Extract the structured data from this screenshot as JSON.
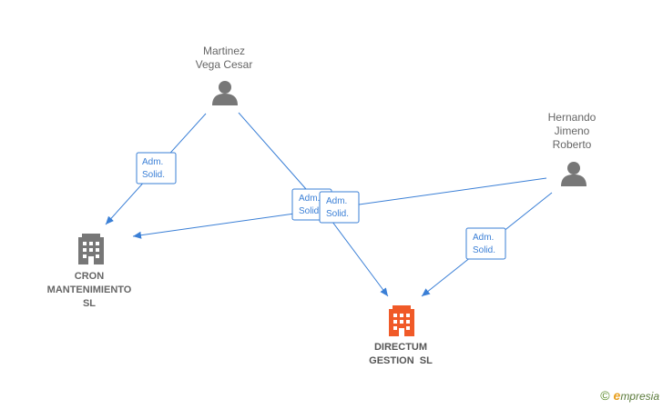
{
  "nodes": {
    "person_martinez": {
      "lines": [
        "Martinez",
        "Vega Cesar"
      ]
    },
    "person_hernando": {
      "lines": [
        "Hernando",
        "Jimeno",
        "Roberto"
      ]
    },
    "company_cron": {
      "lines": [
        "CRON",
        "MANTENIMIENTO",
        "SL"
      ],
      "color": "#777777"
    },
    "company_directum": {
      "lines": [
        "DIRECTUM",
        "GESTION  SL"
      ],
      "color": "#f05a28"
    }
  },
  "relations": [
    {
      "from": "person_martinez",
      "to": "company_cron",
      "label": [
        "Adm.",
        "Solid."
      ]
    },
    {
      "from": "person_martinez",
      "to": "company_directum",
      "label": [
        "Adm.",
        "Solid."
      ]
    },
    {
      "from": "person_hernando",
      "to": "company_cron",
      "label": [
        "Adm.",
        "Solid."
      ]
    },
    {
      "from": "person_hernando",
      "to": "company_directum",
      "label": [
        "Adm.",
        "Solid."
      ]
    }
  ],
  "colors": {
    "edge": "#3a7fd6",
    "person_icon": "#777777"
  },
  "footer": {
    "copyright": "©",
    "brand_initial": "e",
    "brand_rest": "mpresia"
  }
}
